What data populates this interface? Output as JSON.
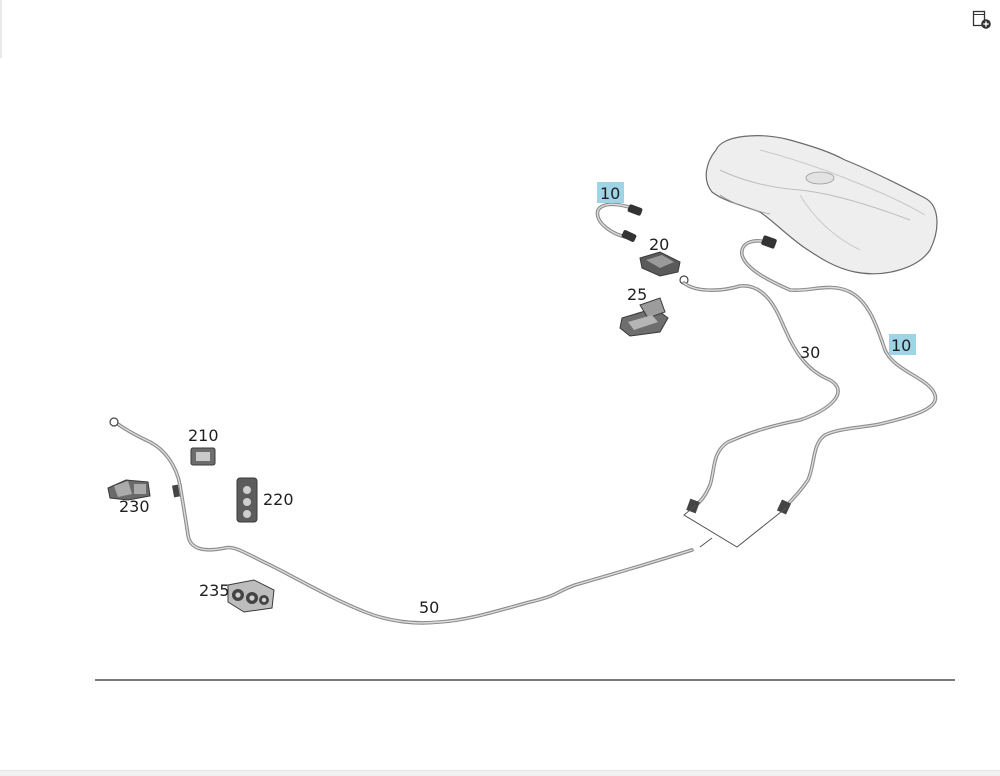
{
  "toolbar": {
    "add_icon": "add-to-list-icon"
  },
  "diagram": {
    "callouts": {
      "c10a": "10",
      "c10b": "10",
      "c20": "20",
      "c25": "25",
      "c30": "30",
      "c50": "50",
      "c210": "210",
      "c220": "220",
      "c230": "230",
      "c235": "235"
    },
    "highlighted_callouts": [
      "10"
    ],
    "colors": {
      "highlight": "#9fd3e6",
      "line": "#8c8c8c",
      "baseline": "#7a7a7a"
    }
  }
}
